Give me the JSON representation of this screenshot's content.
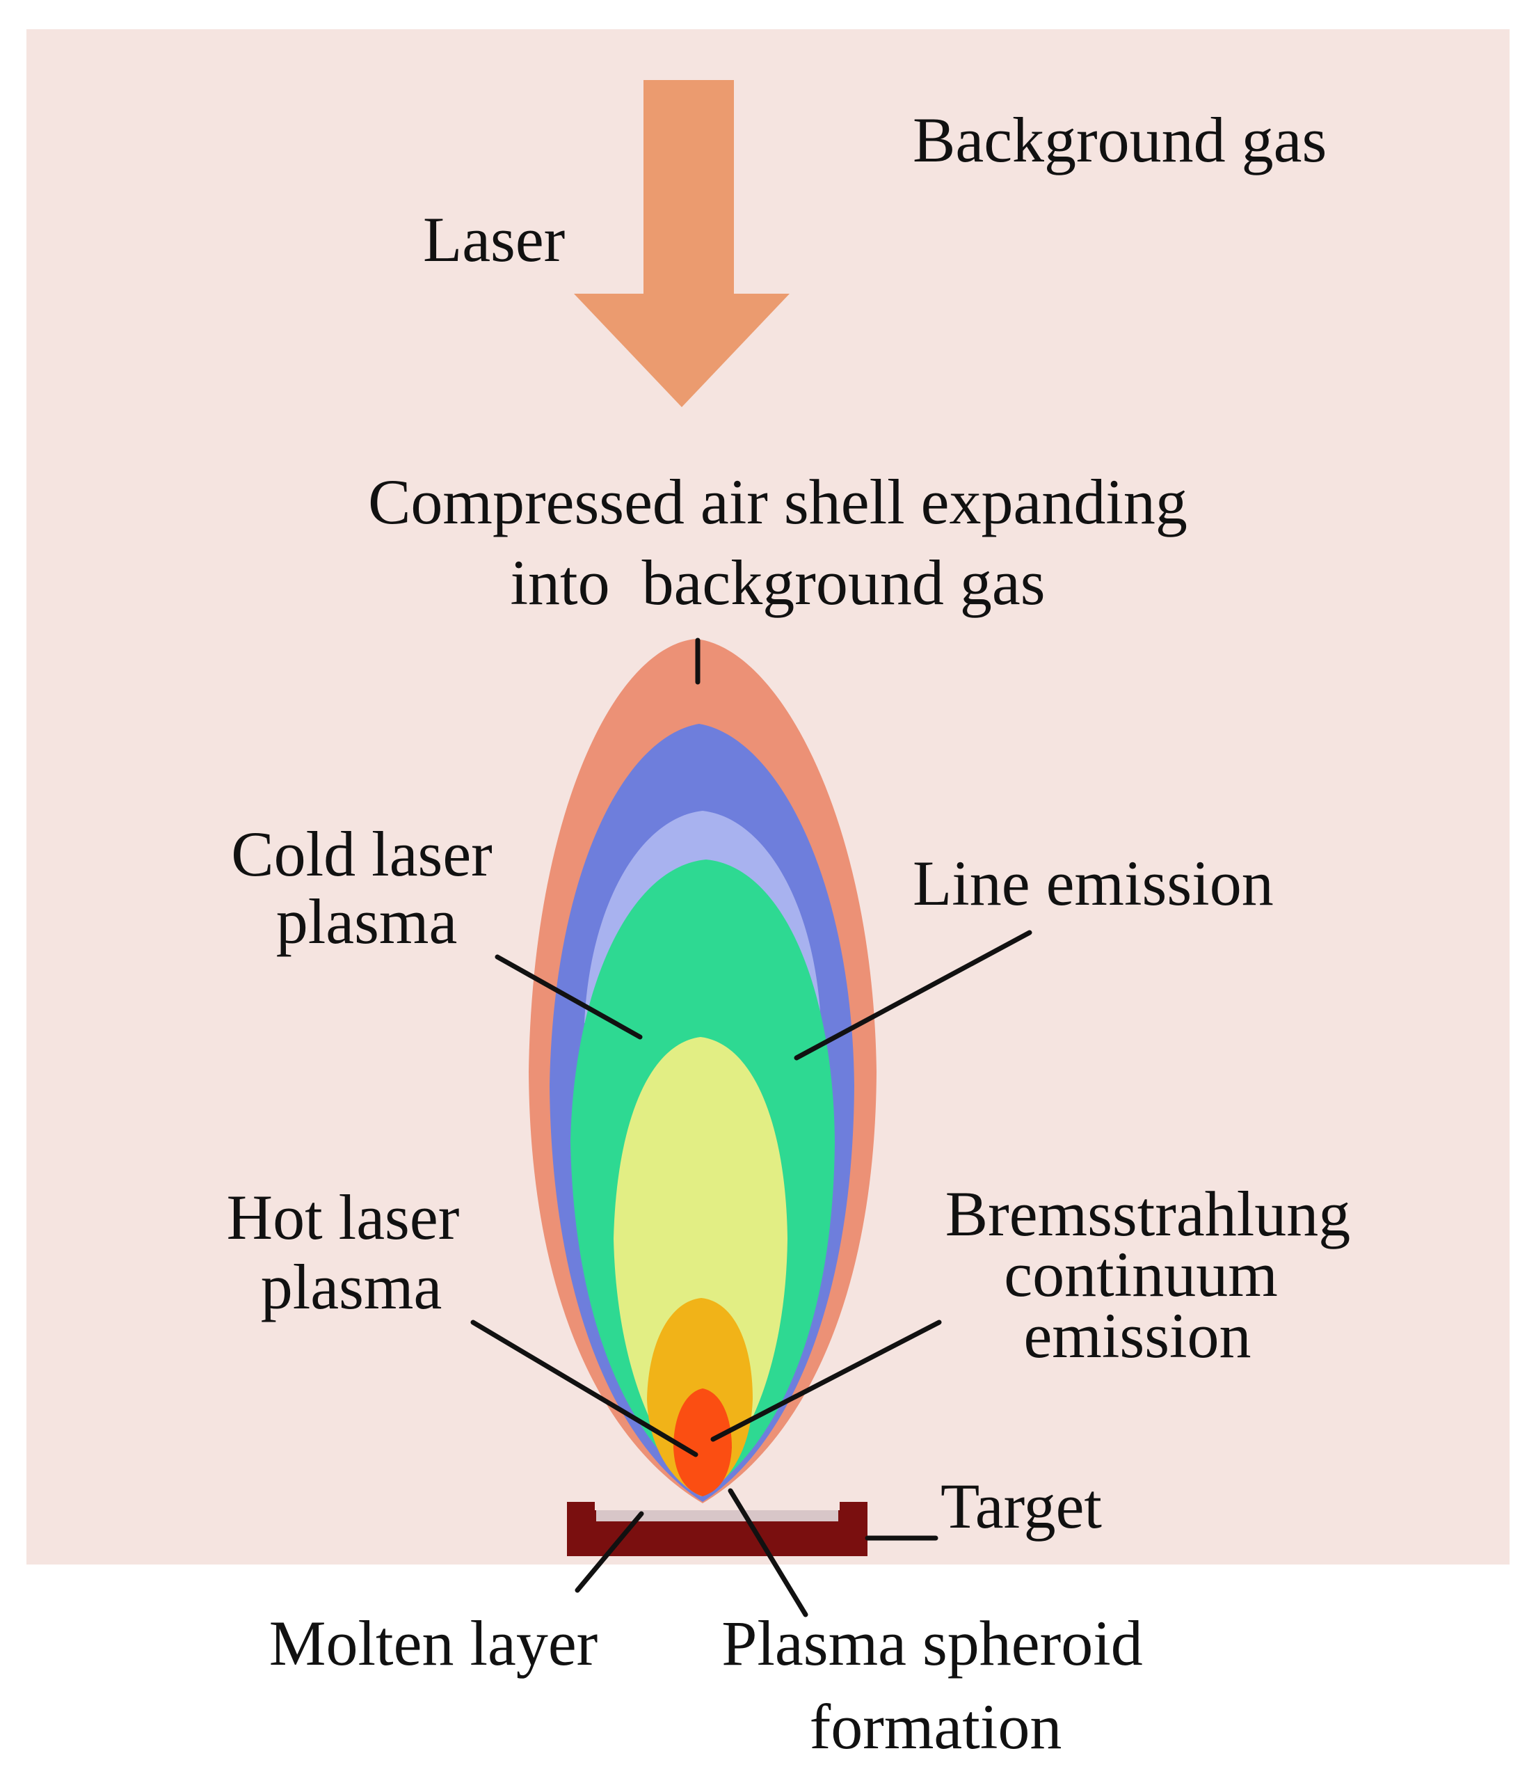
{
  "colors": {
    "background": "#f5e4e0",
    "laser_arrow": "#eb9b6f",
    "outer_shell": "#ec9176",
    "blue_layer": "#6e7edc",
    "light_blue_layer": "#a8b2ef",
    "green_layer": "#2ed992",
    "yellow_layer": "#e2ee84",
    "orange_layer": "#f1b318",
    "red_core": "#fb4e12",
    "target": "#7a0f0f",
    "molten_layer": "#d8c6c8",
    "leader_lines": "#111111"
  },
  "labels": {
    "background_gas": "Background gas",
    "laser": "Laser",
    "compressed_line1": "Compressed air shell expanding",
    "compressed_line2": "into  background gas",
    "cold_line1": "Cold laser",
    "cold_line2": "plasma",
    "line_emission": "Line emission",
    "hot_line1": "Hot laser",
    "hot_line2": "plasma",
    "brems_line1": "Bremsstrahlung",
    "brems_line2": "continuum",
    "brems_line3": "emission",
    "target": "Target",
    "molten_layer": "Molten layer",
    "spheroid_line1": "Plasma spheroid",
    "spheroid_line2": "formation"
  }
}
